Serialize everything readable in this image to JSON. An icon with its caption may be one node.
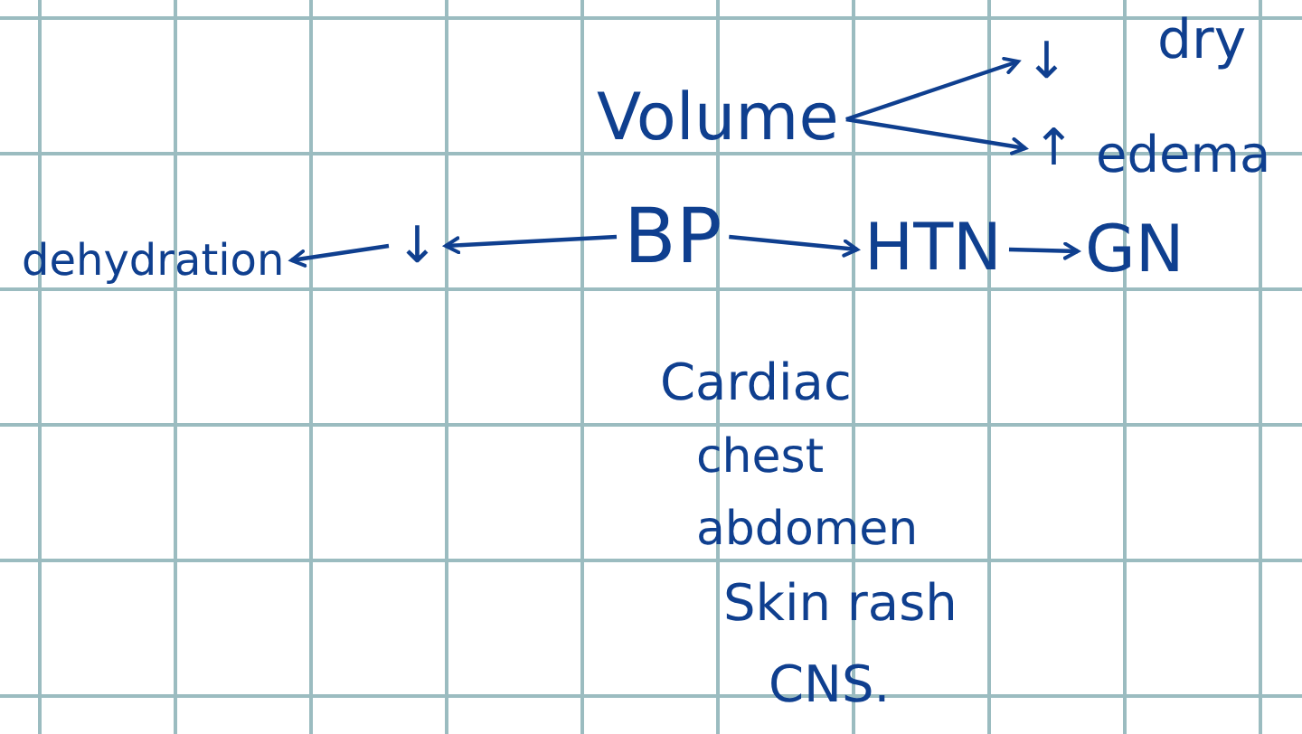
{
  "diagram": {
    "nodes": [
      {
        "text": [
          "Volume"
        ]
      },
      {
        "text": [
          "↓"
        ]
      },
      {
        "text": [
          "↑"
        ]
      },
      {
        "text": [
          "BP"
        ]
      },
      {
        "text": [
          "HTN"
        ]
      },
      {
        "text": [
          "GN"
        ]
      },
      {
        "text": [
          "↓"
        ]
      },
      {
        "text": [
          "dehydration"
        ]
      }
    ],
    "edges": [
      {
        "from": 0,
        "to": 1,
        "arrow": "to"
      },
      {
        "from": 0,
        "to": 2,
        "arrow": "to"
      },
      {
        "from": 3,
        "to": 4,
        "arrow": "to"
      },
      {
        "from": 4,
        "to": 5,
        "arrow": "to"
      },
      {
        "from": 3,
        "to": 6,
        "arrow": "to"
      },
      {
        "from": 6,
        "to": 7,
        "arrow": "to"
      }
    ],
    "labels": [
      "dry",
      "edema",
      "Cardiac",
      "chest",
      "abdomen",
      "Skin rash",
      "CNS."
    ]
  }
}
